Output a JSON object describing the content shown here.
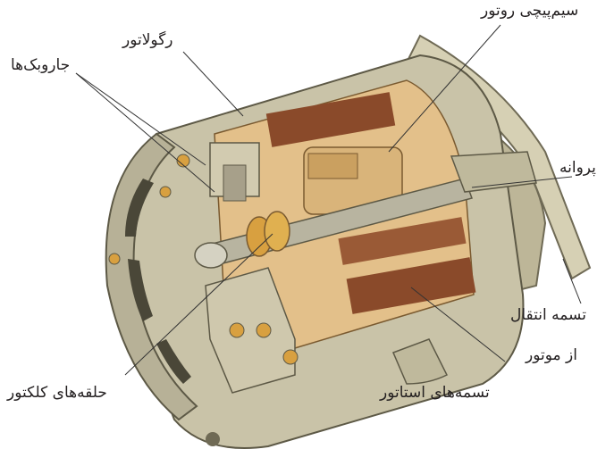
{
  "labels": {
    "rotor_winding": "سیم‌پیچی روتور",
    "regulator": "رگولاتور",
    "brushes": "جاروبک‌ها",
    "fan": "پروانه",
    "drive_belt": "تسمه انتقال",
    "from_engine": "از موتور",
    "slip_rings": "حلقه‌های کلکتور",
    "stator_windings": "تسمه‌های استاتور"
  },
  "colors": {
    "housing": "#c9c3a8",
    "housing_dark": "#8e8a72",
    "copper": "#8a4a2a",
    "brass": "#d8a040",
    "interior": "#e3c08a",
    "belt": "#d6d0b4",
    "leader": "#333333"
  }
}
